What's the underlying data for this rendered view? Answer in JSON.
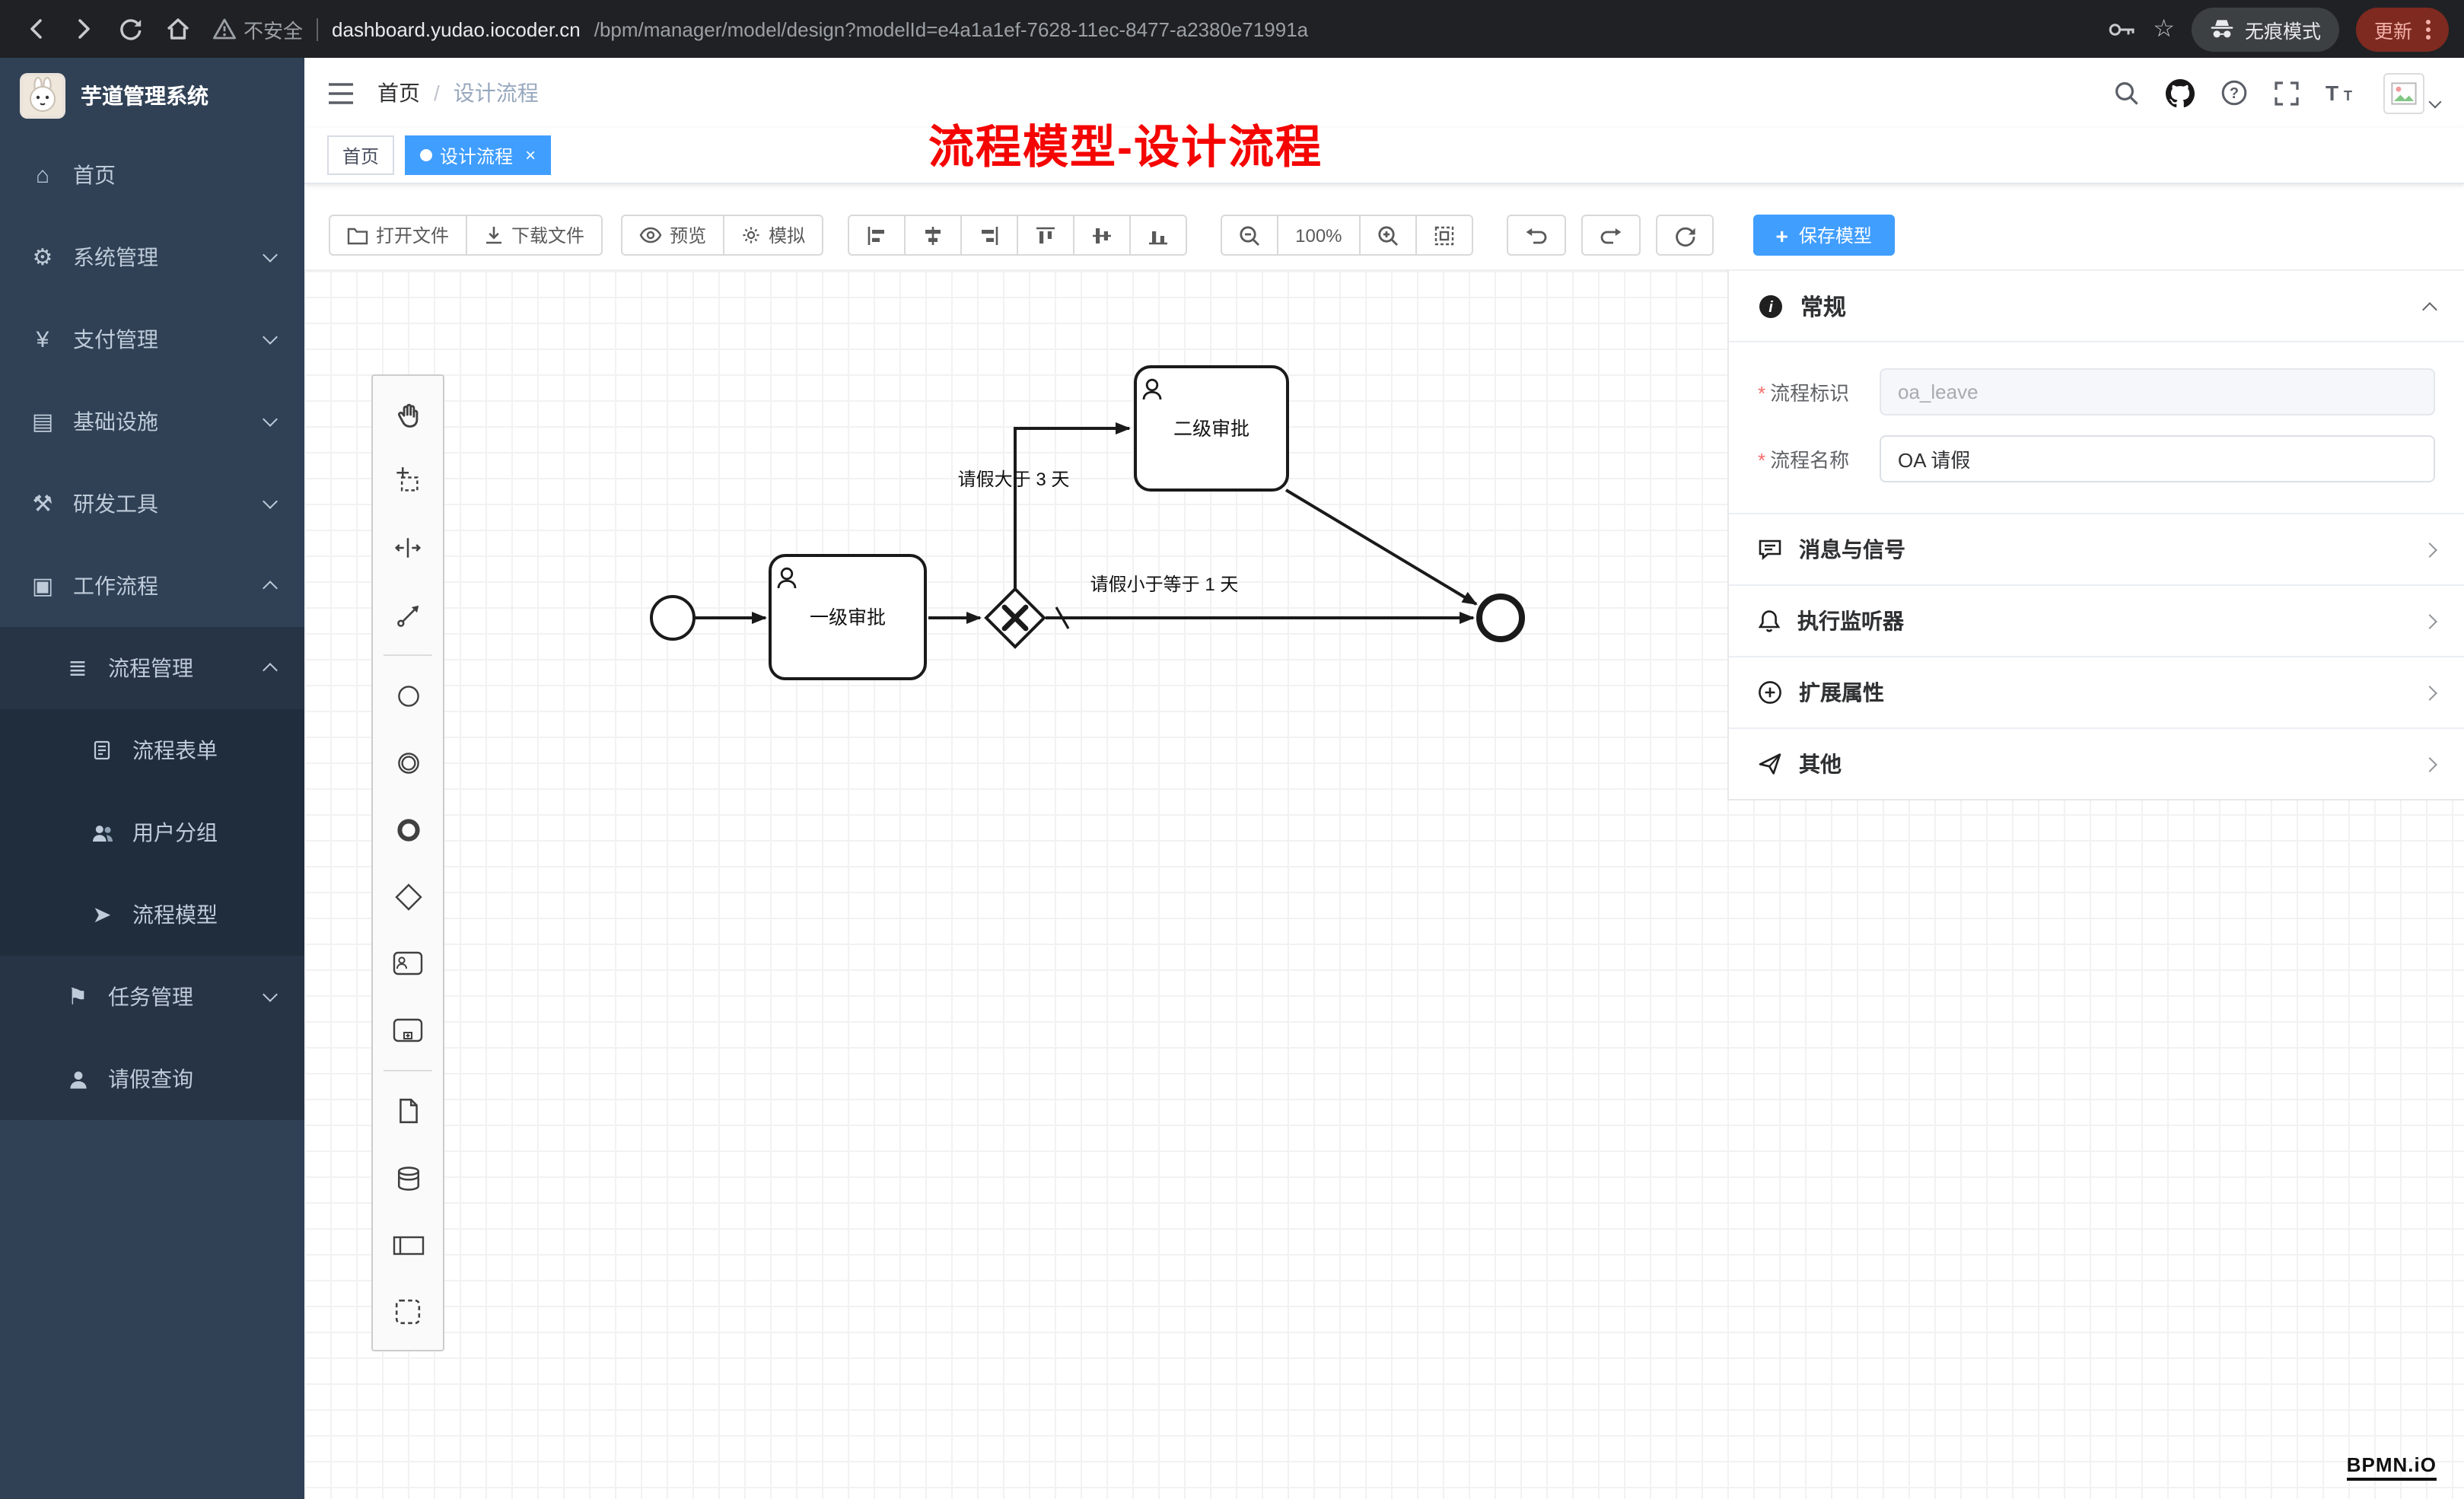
{
  "browser": {
    "warning": "不安全",
    "url_host": "dashboard.yudao.iocoder.cn",
    "url_path": "/bpm/manager/model/design?modelId=e4a1a1ef-7628-11ec-8477-a2380e71991a",
    "incognito": "无痕模式",
    "update": "更新"
  },
  "sidebar": {
    "title": "芋道管理系统",
    "items": [
      {
        "label": "首页"
      },
      {
        "label": "系统管理"
      },
      {
        "label": "支付管理"
      },
      {
        "label": "基础设施"
      },
      {
        "label": "研发工具"
      },
      {
        "label": "工作流程"
      },
      {
        "label": "流程管理"
      },
      {
        "label": "流程表单"
      },
      {
        "label": "用户分组"
      },
      {
        "label": "流程模型"
      },
      {
        "label": "任务管理"
      },
      {
        "label": "请假查询"
      }
    ]
  },
  "header": {
    "breadcrumb": [
      "首页",
      "设计流程"
    ],
    "breadcrumb_sep": "/"
  },
  "tabs": {
    "home": "首页",
    "active": "设计流程",
    "close": "×"
  },
  "annotation": "流程模型-设计流程",
  "toolbar": {
    "open_file": "打开文件",
    "download_file": "下载文件",
    "preview": "预览",
    "simulate": "模拟",
    "zoom_level": "100%",
    "save_plus": "+",
    "save": "保存模型"
  },
  "panel": {
    "required_mark": "*",
    "general": {
      "title": "常规",
      "field1_label": "流程标识",
      "field1_value": "oa_leave",
      "field2_label": "流程名称",
      "field2_value": "OA 请假"
    },
    "sections": [
      "消息与信号",
      "执行监听器",
      "扩展属性",
      "其他"
    ]
  },
  "diagram": {
    "task1": "一级审批",
    "task2": "二级审批",
    "condition_top": "请假大于 3 天",
    "condition_bottom": "请假小于等于 1 天"
  },
  "watermark": "BPMN.iO"
}
